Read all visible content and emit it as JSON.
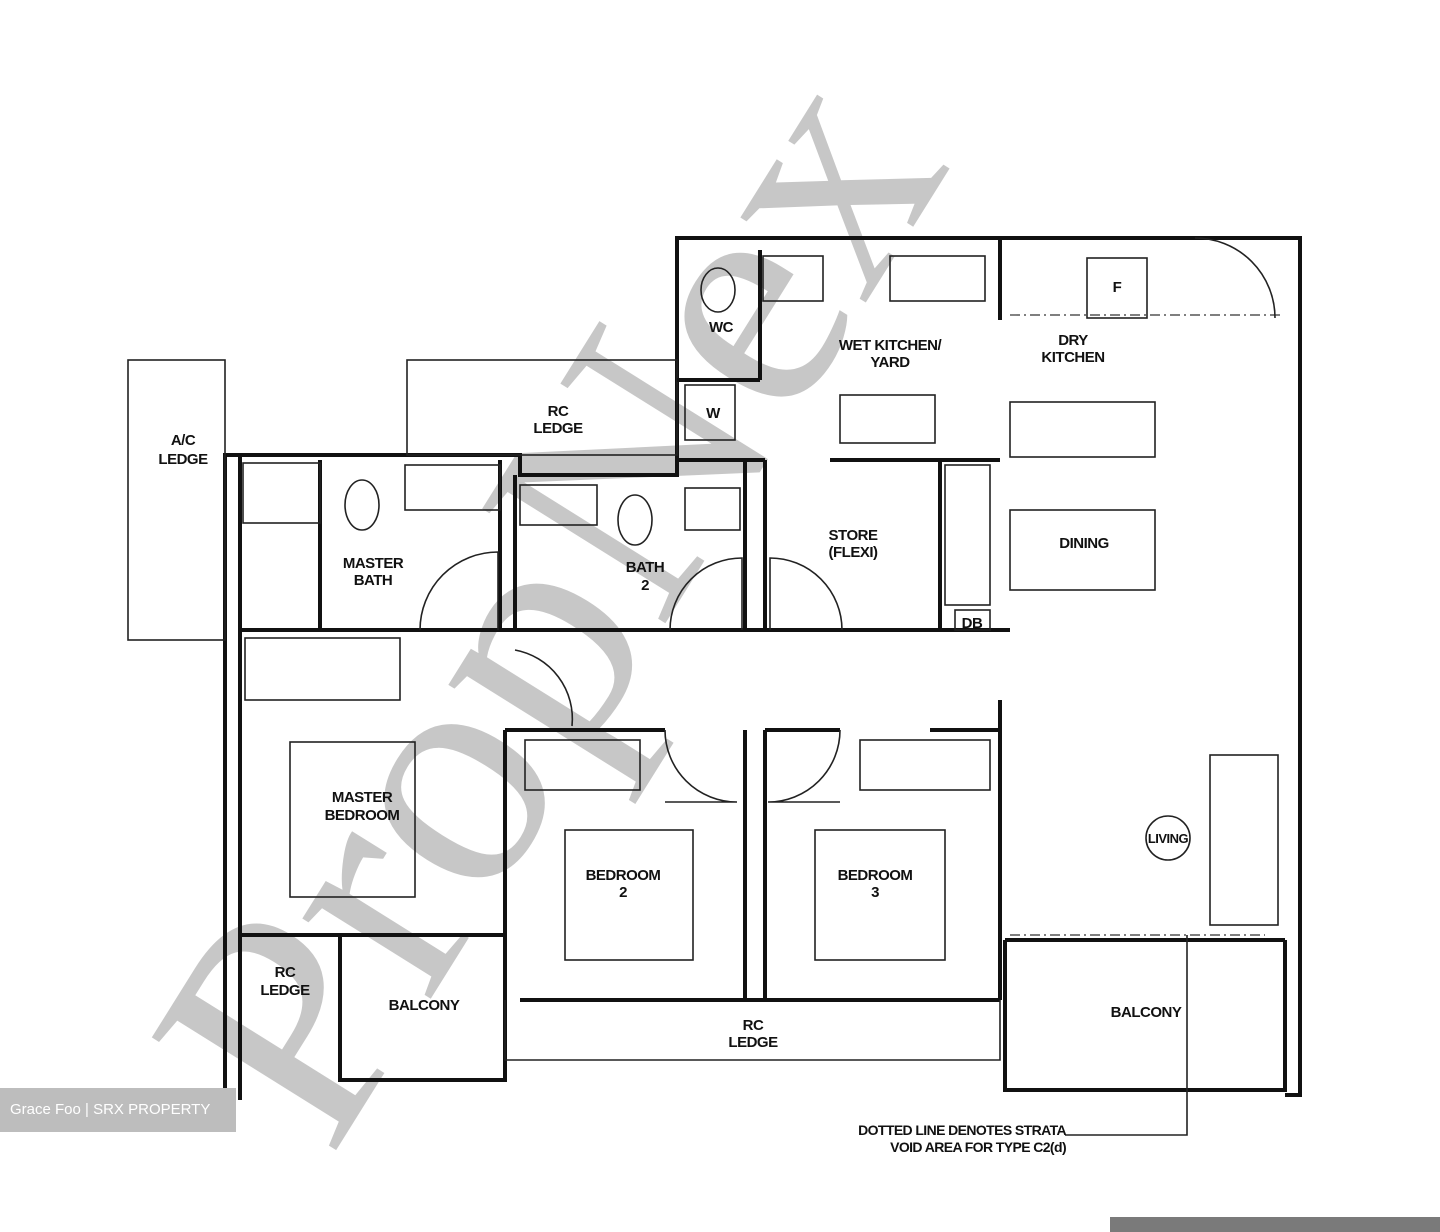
{
  "watermark": "PropNex",
  "credit": "Grace Foo | SRX PROPERTY",
  "rooms": {
    "ac_ledge": [
      "A/C",
      "LEDGE"
    ],
    "rc_ledge_top": [
      "RC",
      "LEDGE"
    ],
    "wc": "WC",
    "w": "W",
    "f": "F",
    "wet_kitchen": [
      "WET KITCHEN/",
      "YARD"
    ],
    "dry_kitchen": [
      "DRY",
      "KITCHEN"
    ],
    "master_bath": [
      "MASTER",
      "BATH"
    ],
    "bath2": [
      "BATH",
      "2"
    ],
    "store": [
      "STORE",
      "(FLEXI)"
    ],
    "dining": "DINING",
    "db": "DB",
    "master_bedroom": [
      "MASTER",
      "BEDROOM"
    ],
    "bedroom2": [
      "BEDROOM",
      "2"
    ],
    "bedroom3": [
      "BEDROOM",
      "3"
    ],
    "living": "LIVING",
    "rc_ledge_left": [
      "RC",
      "LEDGE"
    ],
    "balcony_left": "BALCONY",
    "rc_ledge_bottom": [
      "RC",
      "LEDGE"
    ],
    "balcony_right": "BALCONY"
  },
  "note": [
    "DOTTED LINE DENOTES STRATA",
    "VOID AREA FOR TYPE C2(d)"
  ]
}
